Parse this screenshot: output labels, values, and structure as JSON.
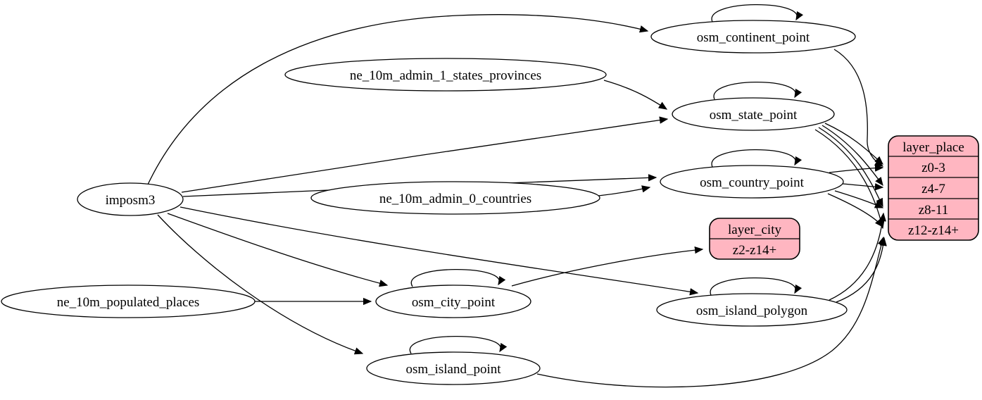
{
  "diagram": {
    "type": "etl-graph",
    "colors": {
      "background": "#ffffff",
      "node_fill": "#ffffff",
      "record_fill": "#ffb6c1",
      "stroke": "#000000"
    },
    "nodes": {
      "imposm3": "imposm3",
      "ne_admin1": "ne_10m_admin_1_states_provinces",
      "ne_admin0": "ne_10m_admin_0_countries",
      "ne_places": "ne_10m_populated_places",
      "continent": "osm_continent_point",
      "state": "osm_state_point",
      "country": "osm_country_point",
      "city": "osm_city_point",
      "island_polygon": "osm_island_polygon",
      "island_point": "osm_island_point"
    },
    "records": {
      "layer_place": {
        "title": "layer_place",
        "rows": [
          "z0-3",
          "z4-7",
          "z8-11",
          "z12-z14+"
        ]
      },
      "layer_city": {
        "title": "layer_city",
        "rows": [
          "z2-z14+"
        ]
      }
    },
    "edges": [
      {
        "from": "imposm3",
        "to": "osm_continent_point"
      },
      {
        "from": "imposm3",
        "to": "osm_state_point"
      },
      {
        "from": "imposm3",
        "to": "osm_country_point"
      },
      {
        "from": "imposm3",
        "to": "osm_city_point"
      },
      {
        "from": "imposm3",
        "to": "osm_island_polygon"
      },
      {
        "from": "imposm3",
        "to": "osm_island_point"
      },
      {
        "from": "ne_10m_admin_1_states_provinces",
        "to": "osm_state_point"
      },
      {
        "from": "ne_10m_admin_0_countries",
        "to": "osm_country_point"
      },
      {
        "from": "ne_10m_populated_places",
        "to": "osm_city_point"
      },
      {
        "from": "osm_continent_point",
        "to": "osm_continent_point"
      },
      {
        "from": "osm_state_point",
        "to": "osm_state_point"
      },
      {
        "from": "osm_country_point",
        "to": "osm_country_point"
      },
      {
        "from": "osm_city_point",
        "to": "osm_city_point"
      },
      {
        "from": "osm_island_polygon",
        "to": "osm_island_polygon"
      },
      {
        "from": "osm_island_point",
        "to": "osm_island_point"
      },
      {
        "from": "osm_continent_point",
        "to": "layer_place:z0-3"
      },
      {
        "from": "osm_state_point",
        "to": "layer_place:z0-3"
      },
      {
        "from": "osm_state_point",
        "to": "layer_place:z4-7"
      },
      {
        "from": "osm_state_point",
        "to": "layer_place:z8-11"
      },
      {
        "from": "osm_state_point",
        "to": "layer_place:z12-z14+"
      },
      {
        "from": "osm_country_point",
        "to": "layer_place:z0-3"
      },
      {
        "from": "osm_country_point",
        "to": "layer_place:z4-7"
      },
      {
        "from": "osm_country_point",
        "to": "layer_place:z8-11"
      },
      {
        "from": "osm_country_point",
        "to": "layer_place:z12-z14+"
      },
      {
        "from": "osm_island_polygon",
        "to": "layer_place:z8-11"
      },
      {
        "from": "osm_island_polygon",
        "to": "layer_place:z12-z14+"
      },
      {
        "from": "osm_island_point",
        "to": "layer_place:z12-z14+"
      },
      {
        "from": "osm_city_point",
        "to": "layer_city:z2-z14+"
      }
    ]
  }
}
